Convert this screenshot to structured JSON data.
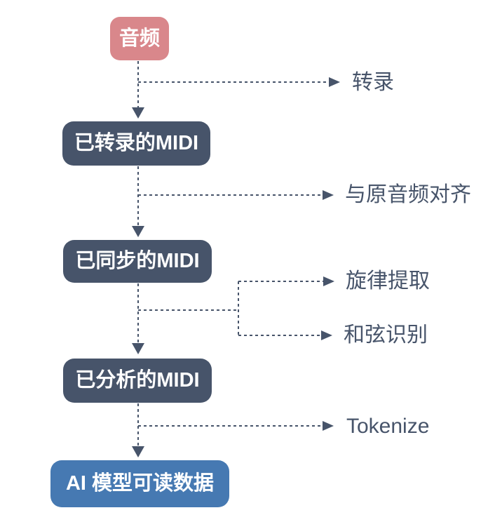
{
  "diagram": {
    "title": "audio-to-ai-data pipeline",
    "nodes": [
      {
        "id": "audio",
        "label": "音频",
        "color": "#D9878B"
      },
      {
        "id": "transcribed-midi",
        "label": "已转录的MIDI",
        "color": "#47546A"
      },
      {
        "id": "synced-midi",
        "label": "已同步的MIDI",
        "color": "#47546A"
      },
      {
        "id": "analyzed-midi",
        "label": "已分析的MIDI",
        "color": "#47546A"
      },
      {
        "id": "ai-readable-data",
        "label": "AI 模型可读数据",
        "color": "#4679B2"
      }
    ],
    "edge_labels": [
      {
        "id": "transcribe",
        "label": "转录"
      },
      {
        "id": "align-to-original",
        "label": "与原音频对齐"
      },
      {
        "id": "melody-extraction",
        "label": "旋律提取"
      },
      {
        "id": "chord-recognition",
        "label": "和弦识别"
      },
      {
        "id": "tokenize",
        "label": "Tokenize"
      }
    ],
    "colors": {
      "background": "#FFFFFF",
      "line": "#47546A",
      "audio_node": "#D9878B",
      "midi_node": "#47546A",
      "output_node": "#4679B2",
      "node_text": "#FFFFFF",
      "label_text": "#47546A"
    }
  }
}
